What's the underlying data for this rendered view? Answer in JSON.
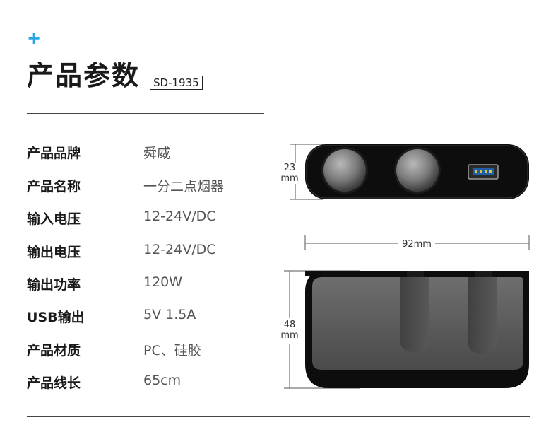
{
  "header": {
    "plus_glyph": "+",
    "title": "产品参数",
    "model": "SD-1935"
  },
  "specs": [
    {
      "label": "产品品牌",
      "value": "舜威"
    },
    {
      "label": "产品名称",
      "value": "一分二点烟器"
    },
    {
      "label": "输入电压",
      "value": "12-24V/DC"
    },
    {
      "label": "输出电压",
      "value": "12-24V/DC"
    },
    {
      "label": "输出功率",
      "value": "120W"
    },
    {
      "label": "USB输出",
      "value": "5V 1.5A"
    },
    {
      "label": "产品材质",
      "value": "PC、硅胶"
    },
    {
      "label": "产品线长",
      "value": "65cm"
    }
  ],
  "dimensions": {
    "height_top_num": "23",
    "height_top_unit": "mm",
    "width": "92mm",
    "height_front_num": "48",
    "height_front_unit": "mm"
  },
  "colors": {
    "accent": "#2aa7e0",
    "body": "#111111"
  }
}
